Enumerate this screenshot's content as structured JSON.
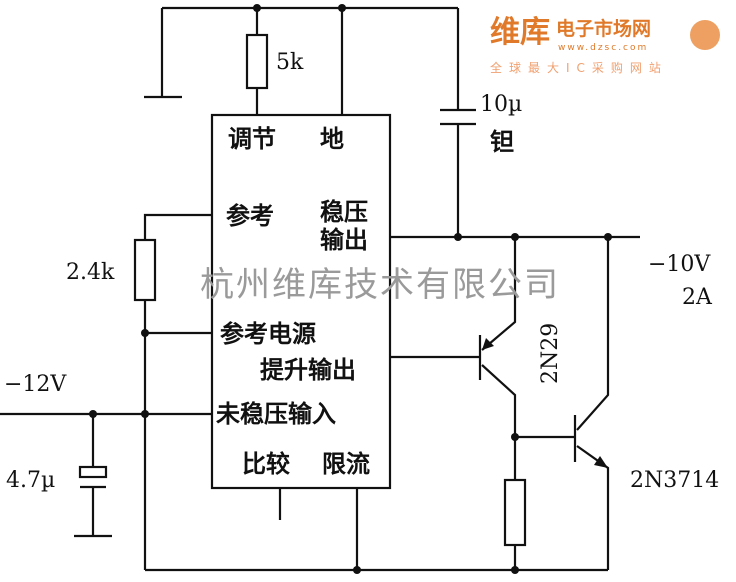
{
  "ic": {
    "adjust": "调节",
    "ground": "地",
    "reference": "参考",
    "regulated": "稳压",
    "output": "输出",
    "ref_source": "参考电源",
    "boost_output": "提升输出",
    "unregulated_input": "未稳压输入",
    "compare": "比较",
    "current_limit": "限流"
  },
  "components": {
    "r_top": "5k",
    "c_top": "10µ",
    "c_top_type": "钽",
    "r_ref": "2.4k",
    "c_in": "4.7µ",
    "q1": "2N29",
    "q2": "2N3714"
  },
  "supply": {
    "input": "−12V",
    "output_voltage": "−10V",
    "output_current": "2A"
  },
  "watermark": {
    "company": "杭州维库技术有限公司",
    "brand": "维库",
    "site_name": "电子市场网",
    "url": "www.dzsc.com",
    "slogan": "全球最大IC采购网站"
  }
}
